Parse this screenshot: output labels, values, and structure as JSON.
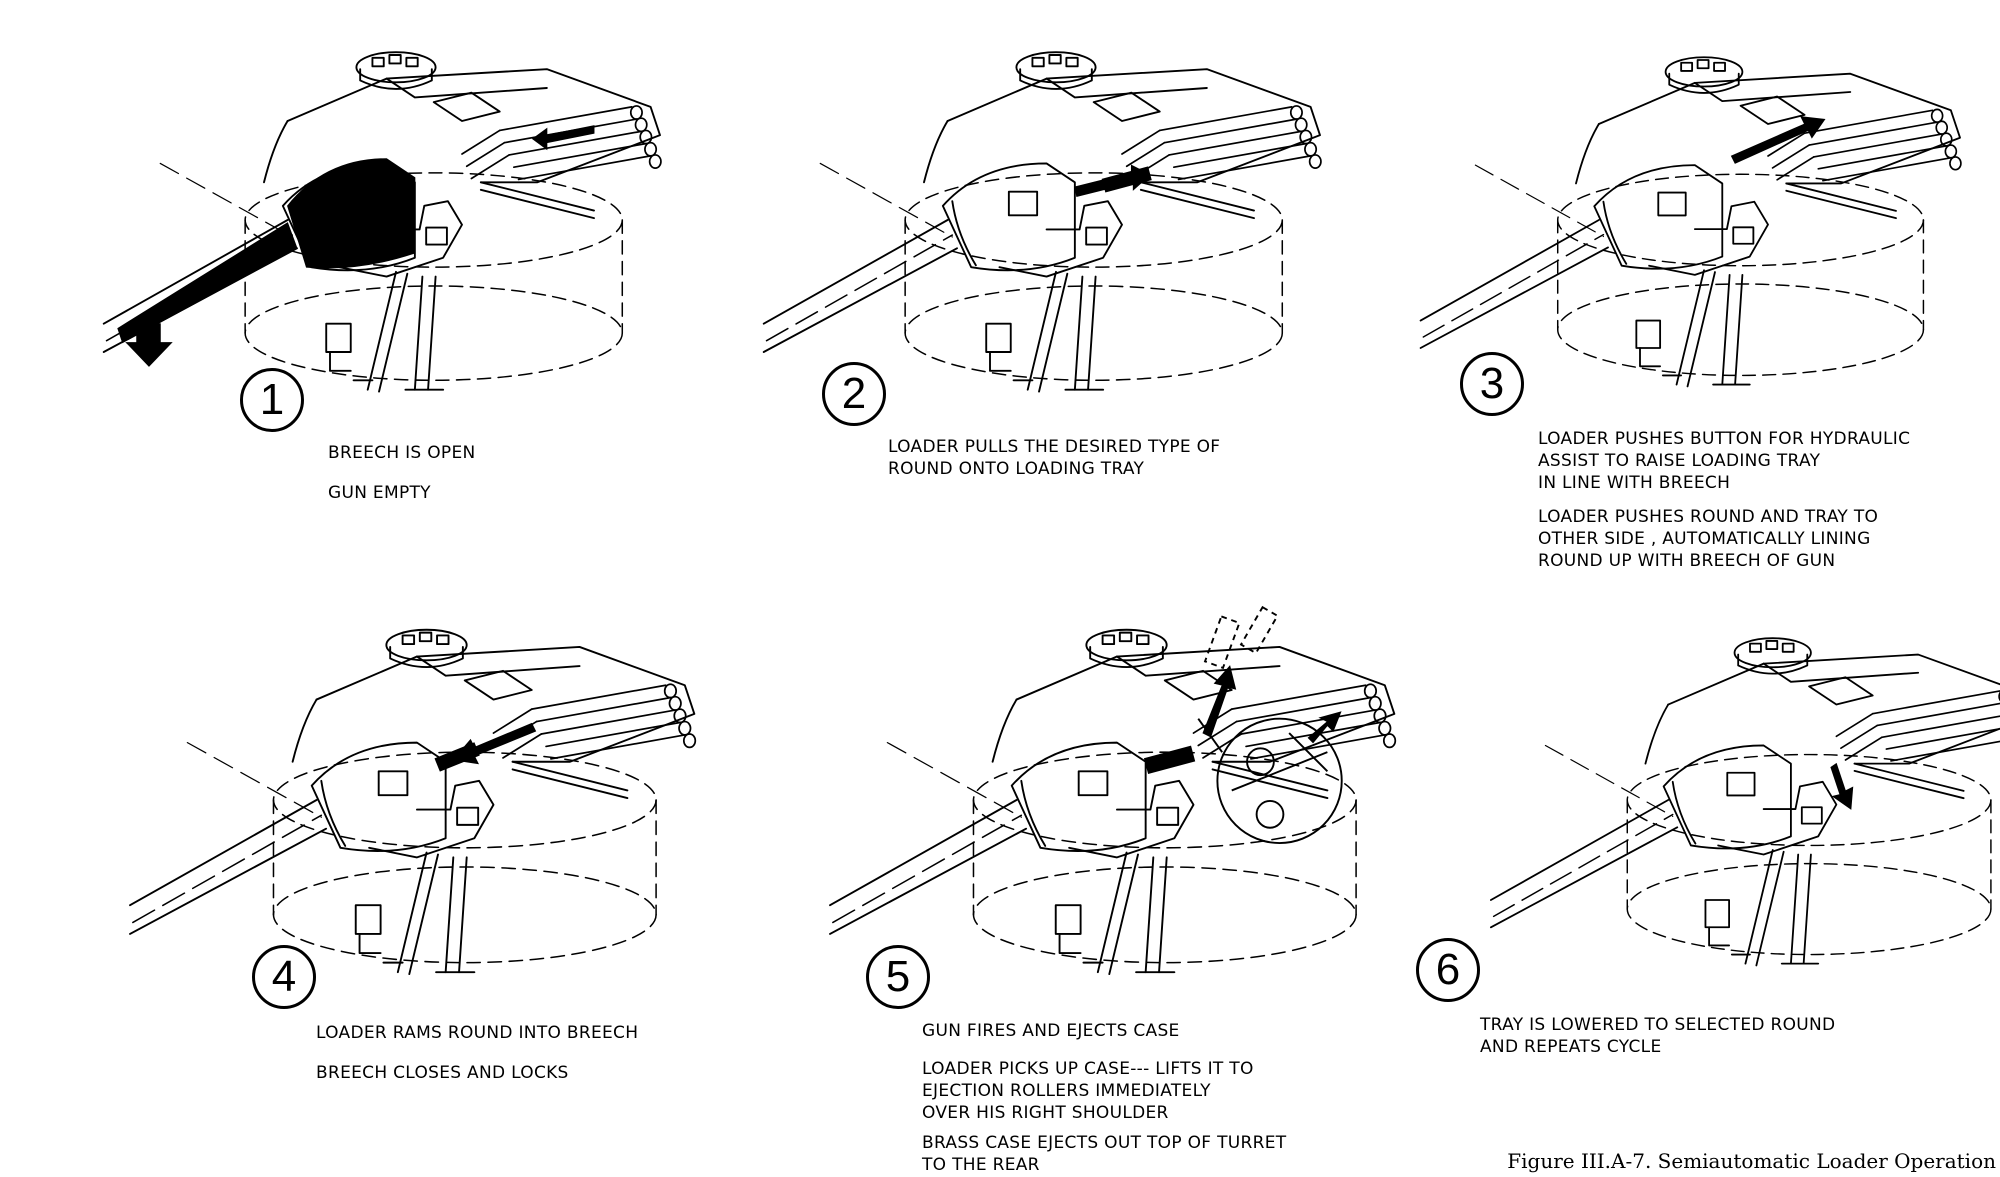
{
  "panels": [
    {
      "number": "1",
      "captions": [
        {
          "lines": [
            "BREECH IS OPEN"
          ]
        },
        {
          "lines": [
            "GUN EMPTY"
          ]
        }
      ]
    },
    {
      "number": "2",
      "captions": [
        {
          "lines": [
            "LOADER PULLS THE DESIRED TYPE OF",
            "ROUND  ONTO LOADING TRAY"
          ]
        }
      ]
    },
    {
      "number": "3",
      "captions": [
        {
          "lines": [
            "LOADER PUSHES BUTTON FOR HYDRAULIC",
            "ASSIST TO RAISE LOADING TRAY",
            "IN LINE WITH BREECH"
          ]
        },
        {
          "lines": [
            "LOADER PUSHES ROUND AND TRAY TO",
            "OTHER SIDE , AUTOMATICALLY LINING",
            "ROUND UP WITH BREECH OF GUN"
          ]
        }
      ]
    },
    {
      "number": "4",
      "captions": [
        {
          "lines": [
            "LOADER RAMS ROUND INTO BREECH"
          ]
        },
        {
          "lines": [
            "BREECH CLOSES AND LOCKS"
          ]
        }
      ]
    },
    {
      "number": "5",
      "captions": [
        {
          "lines": [
            "GUN FIRES AND EJECTS CASE"
          ]
        },
        {
          "lines": [
            "LOADER PICKS UP CASE--- LIFTS IT TO",
            "EJECTION ROLLERS IMMEDIATELY",
            "OVER  HIS RIGHT SHOULDER"
          ]
        },
        {
          "lines": [
            "BRASS CASE EJECTS OUT TOP OF TURRET",
            "TO THE REAR"
          ]
        }
      ]
    },
    {
      "number": "6",
      "captions": [
        {
          "lines": [
            "TRAY IS LOWERED TO SELECTED ROUND",
            "AND REPEATS CYCLE"
          ]
        }
      ]
    }
  ],
  "figure_caption": "Figure III.A-7.  Semiautomatic Loader Operation"
}
